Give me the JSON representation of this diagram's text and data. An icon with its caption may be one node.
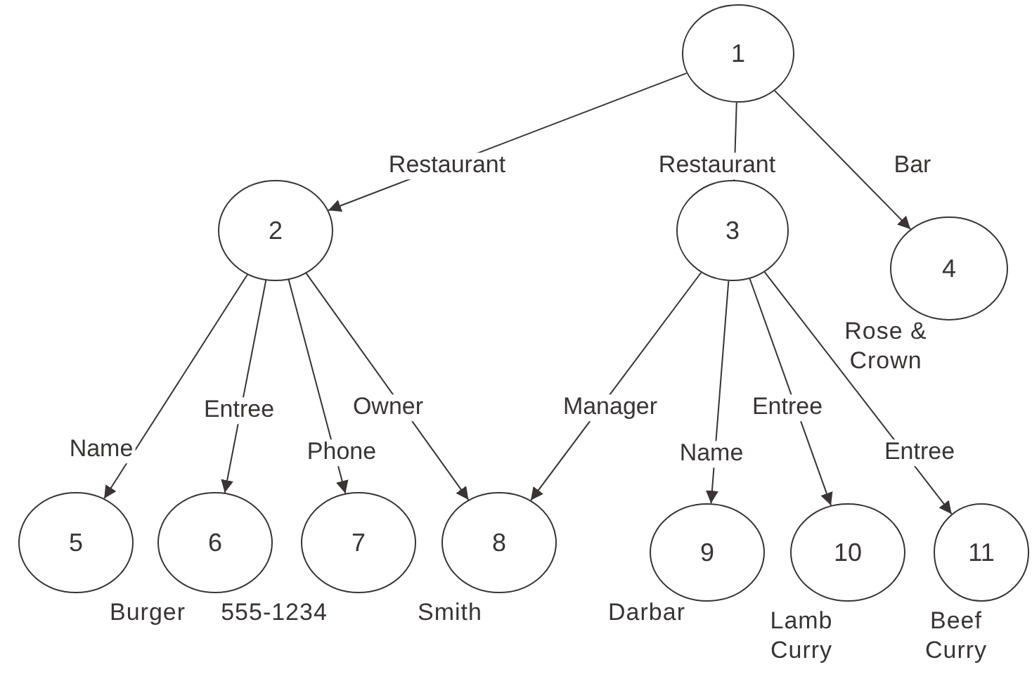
{
  "diagram": {
    "nodes": [
      {
        "text": [
          "1"
        ]
      },
      {
        "text": [
          "2"
        ]
      },
      {
        "text": [
          "3"
        ]
      },
      {
        "text": [
          "4"
        ],
        "beside": [
          "Rose & Crown"
        ]
      },
      {
        "text": [
          "5"
        ]
      },
      {
        "text": [
          "6"
        ],
        "beside": [
          "Burger"
        ]
      },
      {
        "text": [
          "7"
        ],
        "beside": [
          "555-1234"
        ]
      },
      {
        "text": [
          "8"
        ],
        "beside": [
          "Smith"
        ]
      },
      {
        "text": [
          "9"
        ],
        "beside": [
          "Darbar"
        ]
      },
      {
        "text": [
          "10"
        ],
        "beside": [
          "Lamb Curry"
        ]
      },
      {
        "text": [
          "11"
        ],
        "beside": [
          "Beef Curry"
        ]
      }
    ],
    "edges": [
      {
        "from": 0,
        "to": 1,
        "arrow": "to",
        "label": "Restaurant"
      },
      {
        "from": 0,
        "to": 2,
        "arrow": "to",
        "label": "Restaurant"
      },
      {
        "from": 0,
        "to": 3,
        "arrow": "to",
        "label": "Bar"
      },
      {
        "from": 1,
        "to": 4,
        "arrow": "to",
        "label": "Name"
      },
      {
        "from": 1,
        "to": 5,
        "arrow": "to",
        "label": "Entree"
      },
      {
        "from": 1,
        "to": 6,
        "arrow": "to",
        "label": "Phone"
      },
      {
        "from": 1,
        "to": 7,
        "arrow": "to",
        "label": "Owner"
      },
      {
        "from": 2,
        "to": 7,
        "arrow": "to",
        "label": "Manager"
      },
      {
        "from": 2,
        "to": 8,
        "arrow": "to",
        "label": "Name"
      },
      {
        "from": 2,
        "to": 9,
        "arrow": "to",
        "label": "Entree"
      },
      {
        "from": 2,
        "to": 10,
        "arrow": "to",
        "label": "Entree"
      }
    ]
  }
}
